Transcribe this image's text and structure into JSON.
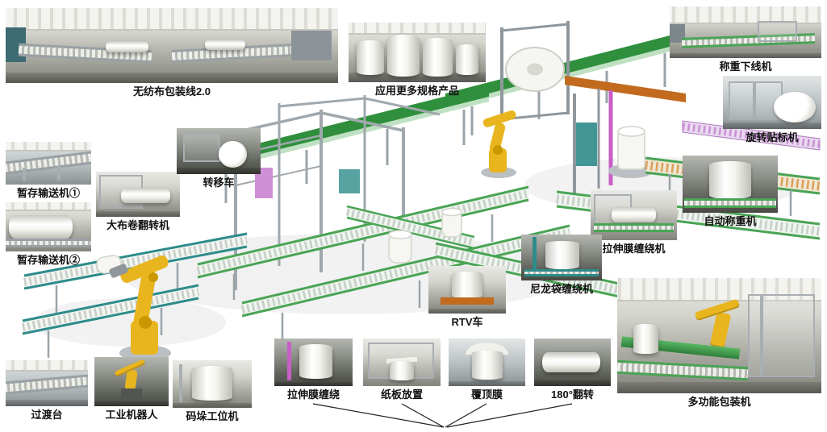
{
  "callouts": [
    {
      "id": "panorama",
      "label": "无纺布包装线2.0"
    },
    {
      "id": "more-products",
      "label": "应用更多规格产品"
    },
    {
      "id": "weighing-offline-machine",
      "label": "称重下线机"
    },
    {
      "id": "rotary-labeling-machine",
      "label": "旋转贴标机"
    },
    {
      "id": "auto-weighing-machine",
      "label": "自动称重机"
    },
    {
      "id": "stretch-film-wrapping-machine",
      "label": "拉伸膜缠绕机"
    },
    {
      "id": "nylon-bag-wrapping-machine",
      "label": "尼龙袋缠绕机"
    },
    {
      "id": "rtv-cart",
      "label": "RTV车"
    },
    {
      "id": "buffer-conveyor-1",
      "label": "暂存输送机①"
    },
    {
      "id": "roll-turnover-machine",
      "label": "大布卷翻转机"
    },
    {
      "id": "buffer-conveyor-2",
      "label": "暂存输送机②"
    },
    {
      "id": "transfer-cart",
      "label": "转移车"
    },
    {
      "id": "transition-table",
      "label": "过渡台"
    },
    {
      "id": "industrial-robot",
      "label": "工业机器人"
    },
    {
      "id": "palletizing-station",
      "label": "码垛工位机"
    },
    {
      "id": "stretch-film-wrapping-step",
      "label": "拉伸膜缠绕"
    },
    {
      "id": "cardboard-placement-step",
      "label": "纸板放置"
    },
    {
      "id": "top-film-step",
      "label": "覆顶膜"
    },
    {
      "id": "flip-180-step",
      "label": "180°翻转"
    },
    {
      "id": "multifunction-packaging-machine",
      "label": "多功能包装机"
    }
  ],
  "colors": {
    "conveyor_green": "#2f8f3c",
    "rail_green": "#4aa455",
    "teal": "#2e8b8b",
    "robot_yellow": "#e9b51f",
    "magenta": "#c75fc7",
    "beam_orange": "#c26a1d",
    "frame_gray": "#a8aeb2",
    "label_text": "#111111",
    "background": "#ffffff"
  }
}
